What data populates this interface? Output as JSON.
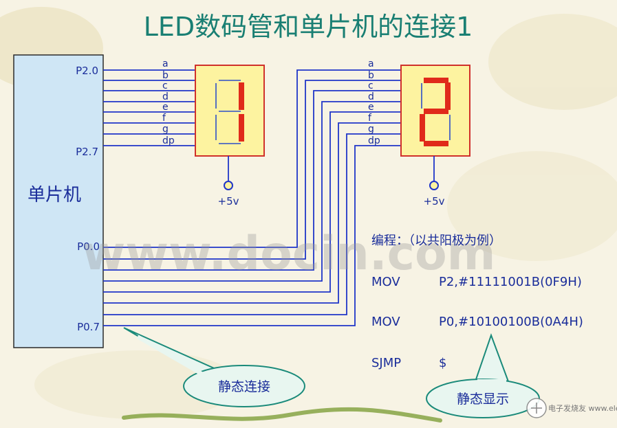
{
  "title": "LED数码管和单片机的连接1",
  "mcu": {
    "label": "单片机",
    "pins": {
      "p20": "P2.0",
      "p27": "P2.7",
      "p00": "P0.0",
      "p07": "P0.7"
    }
  },
  "segment_labels": [
    "a",
    "b",
    "c",
    "d",
    "e",
    "f",
    "g",
    "dp"
  ],
  "display1": {
    "supply": "+5v",
    "digit": "1"
  },
  "display2": {
    "supply": "+5v",
    "digit": "2"
  },
  "code": {
    "header": "编程：（以共阳极为例）",
    "lines": [
      {
        "op": "MOV",
        "arg": "P2,#11111001B(0F9H)"
      },
      {
        "op": "MOV",
        "arg": "P0,#10100100B(0A4H)"
      },
      {
        "op": "SJMP",
        "arg": "$"
      }
    ]
  },
  "callouts": {
    "static_connection": "静态连接",
    "static_display": "静态显示"
  },
  "watermark": "www.docin.com",
  "logo_text": "电子发烧友 www.elecfans.com",
  "colors": {
    "title": "#1a7f73",
    "mcu_fill": "#cfe6f5",
    "wire": "#1f35c8",
    "display_fill": "#fdf3a0",
    "display_border": "#d0302a",
    "segment_on": "#e02a1a",
    "segment_off": "#2d4ec8",
    "callout_fill": "#e8f6f0",
    "callout_stroke": "#1a8a7a"
  }
}
